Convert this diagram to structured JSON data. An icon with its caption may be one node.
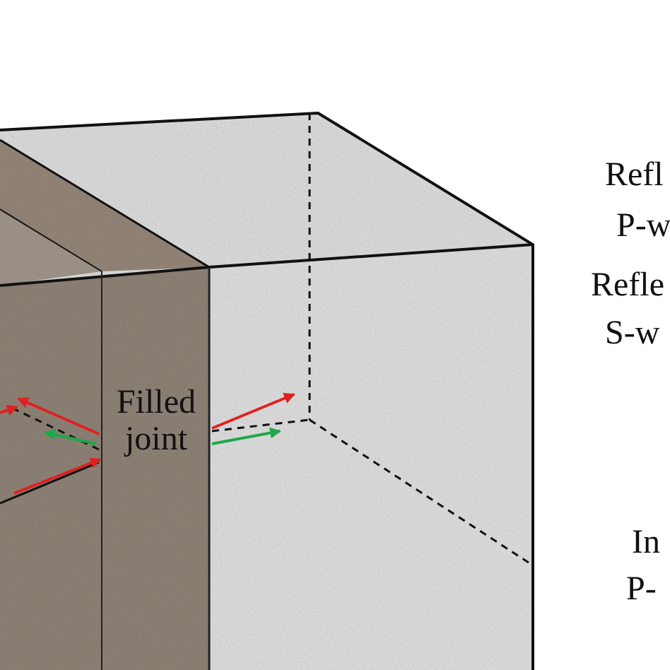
{
  "diagram": {
    "nodes": [
      {
        "text": [
          "Filled joint"
        ]
      }
    ],
    "labels": [
      "Refl",
      "P-w",
      "Refle",
      "S-w",
      "In",
      "P-"
    ]
  }
}
